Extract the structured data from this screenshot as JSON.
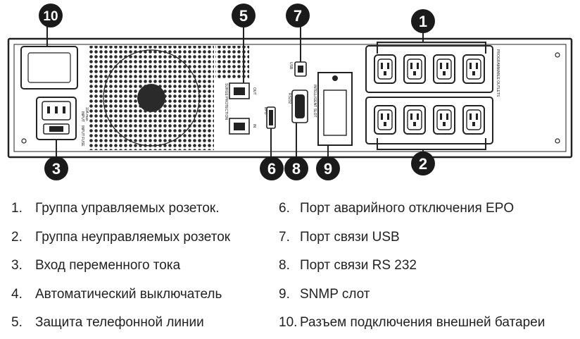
{
  "legend": {
    "left": [
      {
        "num": "1.",
        "text": "Группа управляемых розеток."
      },
      {
        "num": "2.",
        "text": "Группа неуправляемых розеток"
      },
      {
        "num": "3.",
        "text": "Вход переменного тока"
      },
      {
        "num": "4.",
        "text": "Автоматический выключатель"
      },
      {
        "num": "5.",
        "text": "Защита телефонной линии"
      }
    ],
    "right": [
      {
        "num": "6.",
        "text": "Порт аварийного отключения EPO"
      },
      {
        "num": "7.",
        "text": "Порт связи USB"
      },
      {
        "num": "8.",
        "text": "Порт связи RS 232"
      },
      {
        "num": "9.",
        "text": "SNMP слот"
      },
      {
        "num": "10.",
        "text": "Разъем подключения внешней батареи"
      }
    ]
  },
  "callouts": {
    "c1": "1",
    "c2": "2",
    "c3": "3",
    "c5": "5",
    "c6": "6",
    "c7": "7",
    "c8": "8",
    "c9": "9",
    "c10": "10"
  },
  "panel_labels": {
    "input": "INPUT",
    "input_rating": "10A max",
    "input_fuse": "INPUT FUSE",
    "surge": "SURGE PROTECTION",
    "out": "OUT",
    "in": "IN",
    "epo": "EPO",
    "usb": "USB",
    "rs232": "RS232",
    "intelligent_slot": "INTELLIGENT SLOT",
    "programmable": "PROGRAMMABLE OUTLETS"
  }
}
